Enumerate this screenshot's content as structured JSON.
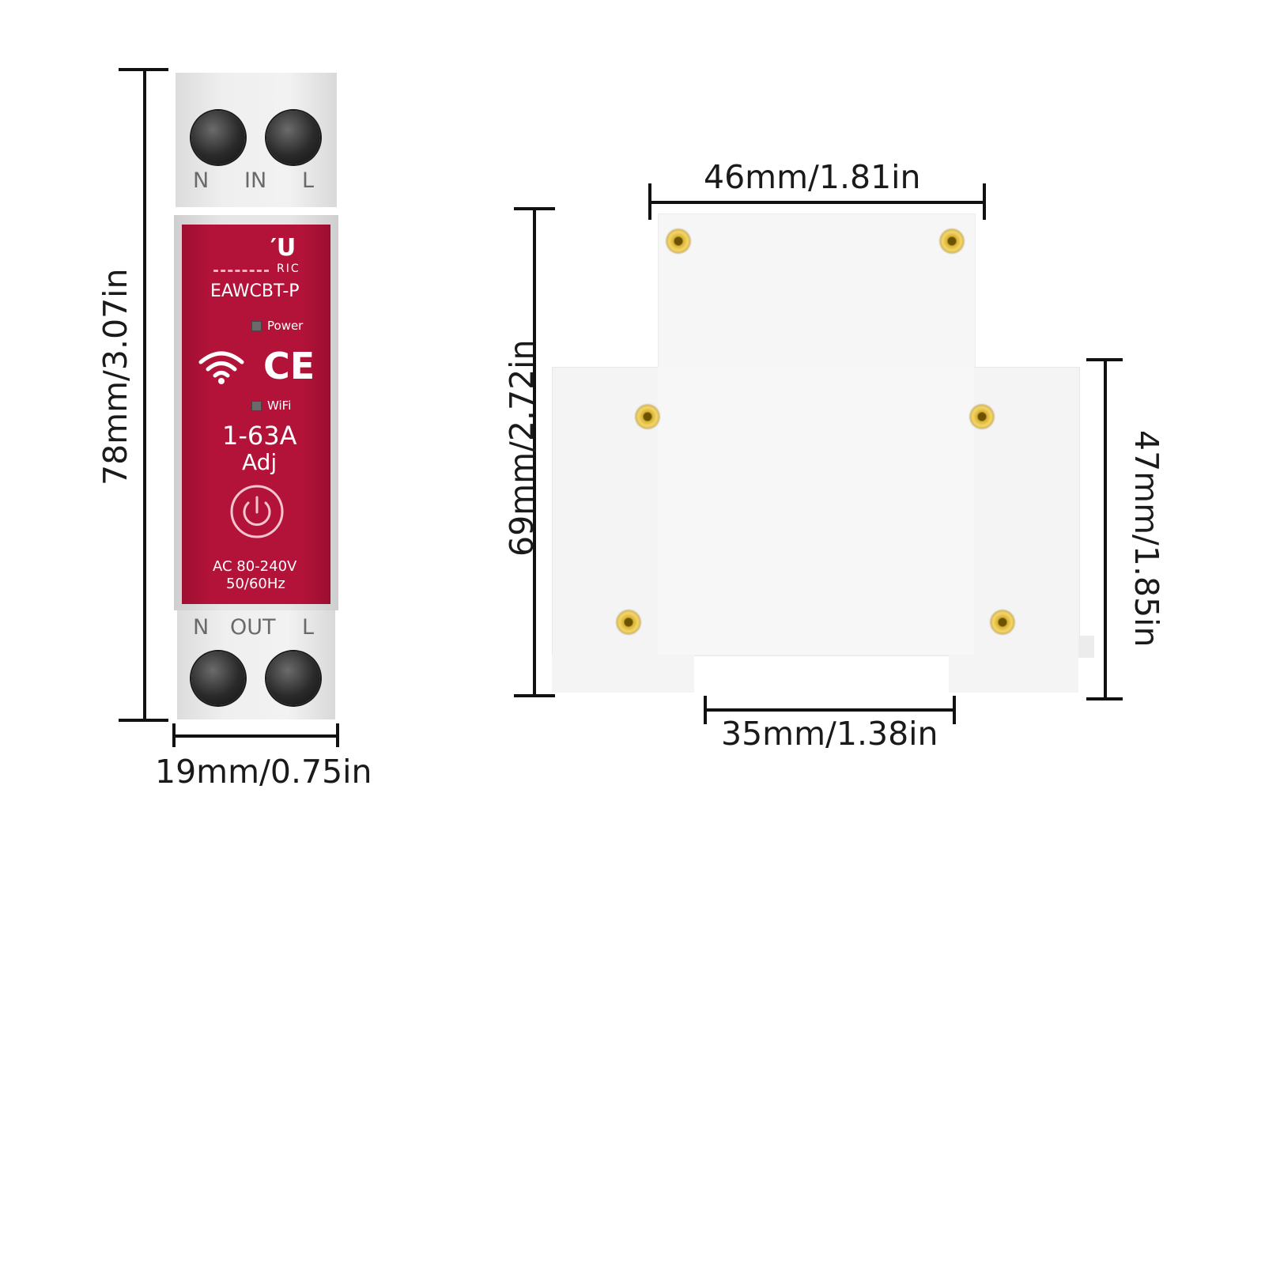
{
  "front_view": {
    "brand_fragment_top": "′U",
    "brand_fragment_bottom": "RIC",
    "model": "EAWCBT-P",
    "power_led_label": "Power",
    "wifi_led_label": "WiFi",
    "ce_mark": "CE",
    "current_rating": "1-63A",
    "adjustable": "Adj",
    "voltage": "AC 80-240V",
    "frequency": "50/60Hz",
    "input_terminals": {
      "n": "N",
      "label": "IN",
      "l": "L"
    },
    "output_terminals": {
      "n": "N",
      "label": "OUT",
      "l": "L"
    },
    "colors": {
      "panel": "#b31339",
      "housing": "#eeeeee",
      "terminal": "#222222"
    }
  },
  "dimensions": {
    "height_front": "78mm/3.07in",
    "width_front": "19mm/0.75in",
    "width_side_top": "46mm/1.81in",
    "height_side": "69mm/2.72in",
    "height_side_right": "47mm/1.85in",
    "rail_width": "35mm/1.38in"
  }
}
